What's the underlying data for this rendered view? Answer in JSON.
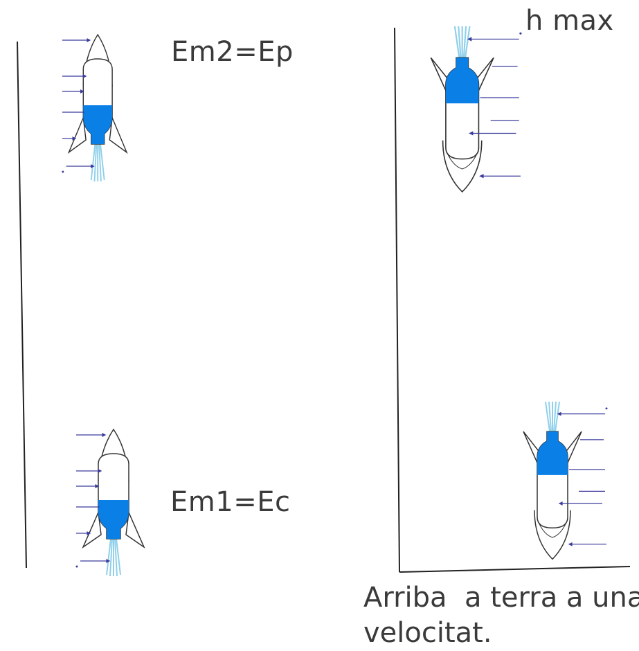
{
  "labels": {
    "top_left": "Em2=Ep",
    "bottom_left": "Em1=Ec",
    "top_right": "h max"
  },
  "caption": {
    "line1": "Arriba  a terra a una",
    "line2": "velocitat."
  },
  "colors": {
    "water": "#0a7fe6",
    "arrow": "#3b3b9c",
    "jet": "#8fd0ea",
    "outline": "#333333",
    "axis": "#222222"
  }
}
